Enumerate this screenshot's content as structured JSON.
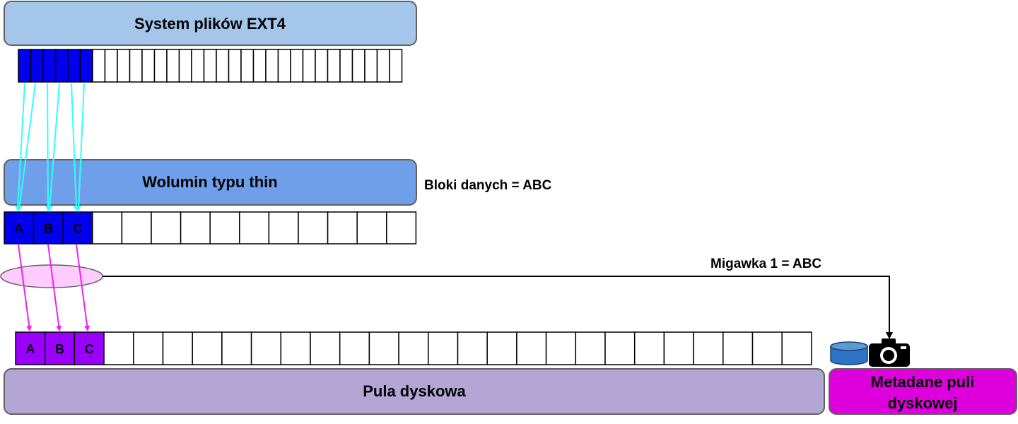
{
  "title_ext4": "System plików EXT4",
  "title_thin": "Wolumin typu thin",
  "title_pool": "Pula dyskowa",
  "title_metadata_line1": "Metadane puli",
  "title_metadata_line2": "dyskowej",
  "label_data_blocks": "Bloki danych = ABC",
  "label_snapshot": "Migawka 1 = ABC",
  "ext4_blocks": {
    "total": 31,
    "used": 6
  },
  "thin_blocks": {
    "total": 14,
    "letters": [
      "A",
      "B",
      "C"
    ]
  },
  "pool_blocks": {
    "total": 27,
    "letters": [
      "A",
      "B",
      "C"
    ]
  },
  "colors": {
    "ext4_box": "#a3c6ea",
    "thin_box": "#6f9fe9",
    "pool_box": "#b3a5d4",
    "metadata_box": "#dd00dd",
    "used_block_blue": "#0000ee",
    "used_block_purple": "#9b00ff",
    "arrow_cyan": "#33ffff",
    "arrow_magenta": "#ee22ee",
    "snapshot_ellipse": "#ffccff"
  },
  "icons": [
    "database-icon",
    "camera-icon"
  ]
}
